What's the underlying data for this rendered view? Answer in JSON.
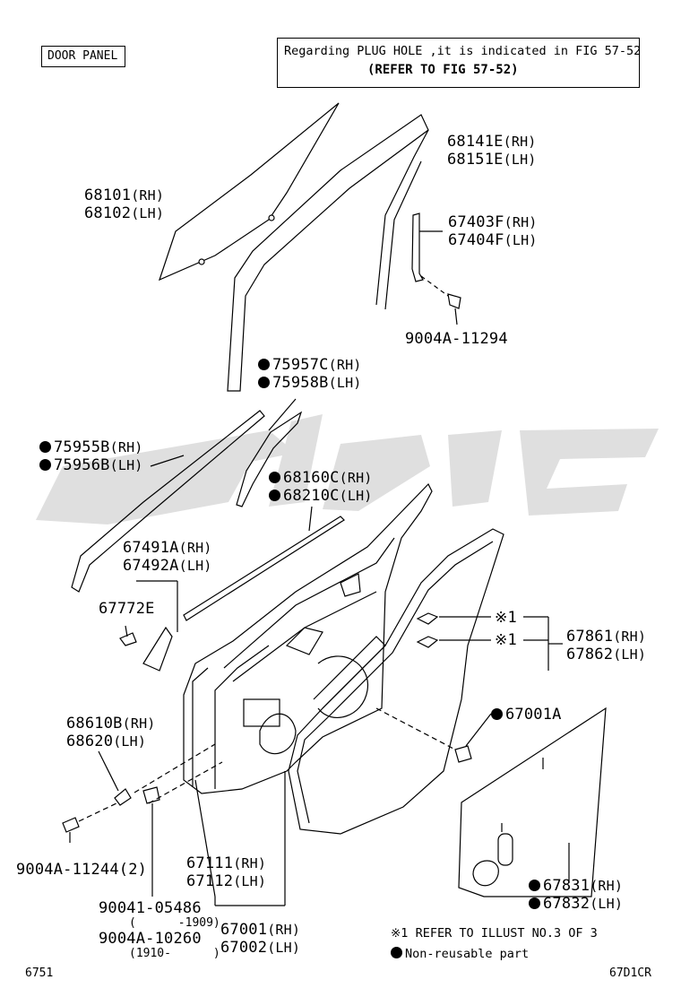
{
  "header": {
    "section_tag": "DOOR PANEL",
    "note_line1": "Regarding PLUG HOLE ,it is indicated in FIG 57-52",
    "note_line2": "(REFER TO FIG 57-52)"
  },
  "parts": {
    "p68141E": "68141E",
    "p68141E_sfx": "(RH)",
    "p68151E": "68151E",
    "p68151E_sfx": "(LH)",
    "p68101": "68101",
    "p68101_sfx": "(RH)",
    "p68102": "68102",
    "p68102_sfx": "(LH)",
    "p67403F": "67403F",
    "p67403F_sfx": "(RH)",
    "p67404F": "67404F",
    "p67404F_sfx": "(LH)",
    "p9004A_11294": "9004A-11294",
    "p75957C": "75957C",
    "p75957C_sfx": "(RH)",
    "p75958B": "75958B",
    "p75958B_sfx": "(LH)",
    "p75955B": "75955B",
    "p75955B_sfx": "(RH)",
    "p75956B": "75956B",
    "p75956B_sfx": "(LH)",
    "p68160C": "68160C",
    "p68160C_sfx": "(RH)",
    "p68210C": "68210C",
    "p68210C_sfx": "(LH)",
    "p67491A": "67491A",
    "p67491A_sfx": "(RH)",
    "p67492A": "67492A",
    "p67492A_sfx": "(LH)",
    "p67772E": "67772E",
    "p67861": "67861",
    "p67861_sfx": "(RH)",
    "p67862": "67862",
    "p67862_sfx": "(LH)",
    "mark1a": "※1",
    "mark1b": "※1",
    "p67001A": "67001A",
    "p68610B": "68610B",
    "p68610B_sfx": "(RH)",
    "p68620": "68620",
    "p68620_sfx": "(LH)",
    "p9004A_11244": "9004A-11244(2)",
    "p67111": "67111",
    "p67111_sfx": "(RH)",
    "p67112": "67112",
    "p67112_sfx": "(LH)",
    "p67831": "67831",
    "p67831_sfx": "(RH)",
    "p67832": "67832",
    "p67832_sfx": "(LH)",
    "p90041_05486": "90041-05486",
    "p90041_range": "(      -1909)",
    "p9004A_10260": "9004A-10260",
    "p9004A_range": "(1910-      )",
    "p67001": "67001",
    "p67001_sfx": "(RH)",
    "p67002": "67002",
    "p67002_sfx": "(LH)"
  },
  "legend": {
    "refer_note": "※1 REFER TO ILLUST NO.3 OF 3",
    "non_reusable": "Non-reusable part"
  },
  "footer": {
    "page_code": "6751",
    "figure_code": "67D1CR"
  },
  "colors": {
    "line": "#000000",
    "watermark": "#d9d9d9"
  }
}
